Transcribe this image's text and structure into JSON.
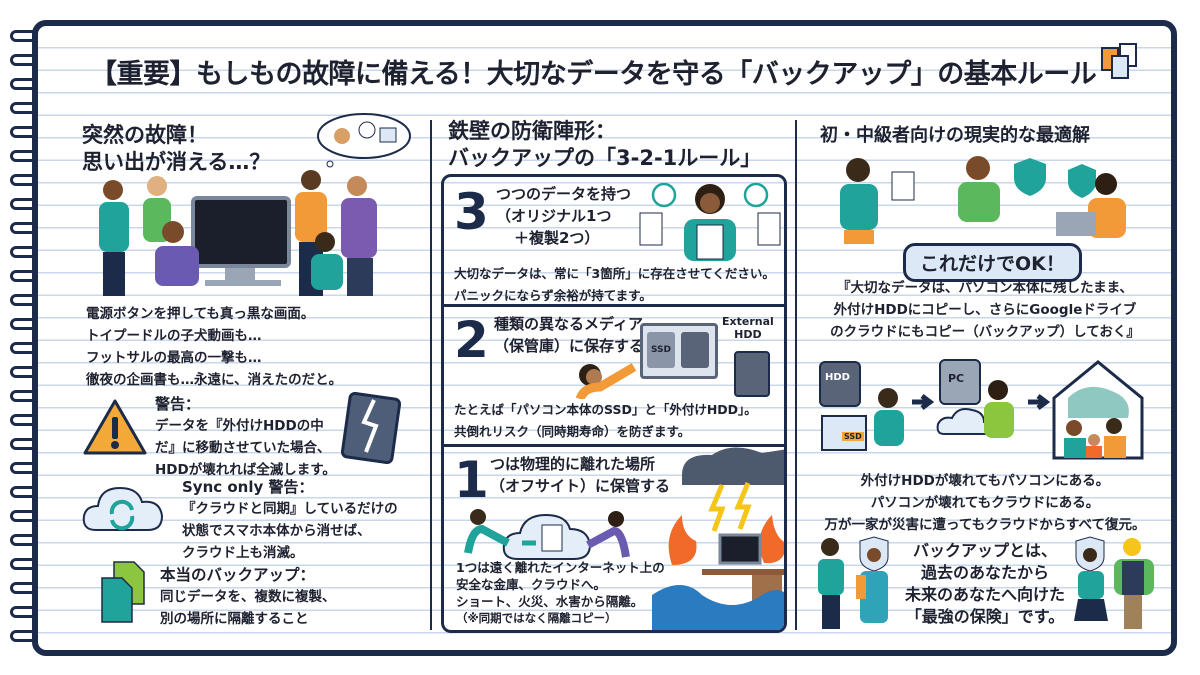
{
  "title": "【重要】もしもの故障に備える！大切なデータを守る「バックアップ」の基本ルール",
  "left": {
    "heading": [
      "突然の故障！",
      "思い出が消える…？"
    ],
    "story": [
      "電源ボタンを押しても真っ黒な画面。",
      "トイプードルの子犬動画も…",
      "フットサルの最高の一撃も…",
      "徹夜の企画書も…永遠に、消えたのだと。"
    ],
    "warning": {
      "title": "警告：",
      "lines": [
        "データを『外付けHDDの中",
        "だ』に移動させていた場合、",
        "HDDが壊れれば全滅します。"
      ]
    },
    "sync_warning": {
      "title": "Sync only 警告：",
      "lines": [
        "『クラウドと同期』しているだけの",
        "状態でスマホ本体から消せば、",
        "クラウド上も消滅。"
      ]
    },
    "true_backup": {
      "title": "本当のバックアップ：",
      "lines": [
        "同じデータを、複数に複製、",
        "別の場所に隔離すること"
      ]
    }
  },
  "middle": {
    "heading": [
      "鉄壁の防衛陣形：",
      "バックアップの「3-2-1ルール」"
    ],
    "rules": [
      {
        "number": "3",
        "title": [
          "つつのデータを持つ",
          "（オリジナル1つ",
          "＋複製2つ）"
        ],
        "desc": [
          "大切なデータは、常に「3箇所」に存在させてください。",
          "パニックにならず余裕が持てます。"
        ]
      },
      {
        "number": "2",
        "title": [
          "種類の異なるメディア",
          "（保管庫）に保存する"
        ],
        "desc": [
          "たとえば「パソコン本体のSSD」と「外付けHDD」。",
          "共倒れリスク（同時期寿命）を防ぎます。"
        ],
        "labels": {
          "ssd": "SSD",
          "external": "External",
          "hdd": "HDD"
        }
      },
      {
        "number": "1",
        "title": [
          "つは物理的に離れた場所",
          "（オフサイト）に保管する"
        ],
        "desc": [
          "1つは遠く離れたインターネット上の",
          "安全な金庫、クラウドへ。",
          "ショート、火災、水害から隔離。",
          "（※同期ではなく隔離コピー）"
        ]
      }
    ]
  },
  "right": {
    "heading": "初・中級者向けの現実的な最適解",
    "ok_label": "これだけでOK！",
    "quote": [
      "『大切なデータは、パソコン本体に残したまま、",
      "外付けHDDにコピーし、さらにGoogleドライブ",
      "のクラウドにもコピー（バックアップ）しておく』"
    ],
    "labels": {
      "hdd": "HDD",
      "pc": "PC",
      "ssd": "SSD"
    },
    "result": [
      "外付けHDDが壊れてもパソコンにある。",
      "パソコンが壊れてもクラウドにある。",
      "万が一家が災害に遭ってもクラウドからすべて復元。"
    ],
    "closing": [
      "バックアップとは、",
      "過去のあなたから",
      "未来のあなたへ向けた",
      "「最強の保険」です。"
    ]
  },
  "colors": {
    "navy": "#1d2b4a",
    "teal": "#1fa39a",
    "orange": "#f29a38",
    "line": "#c9d7ea"
  }
}
